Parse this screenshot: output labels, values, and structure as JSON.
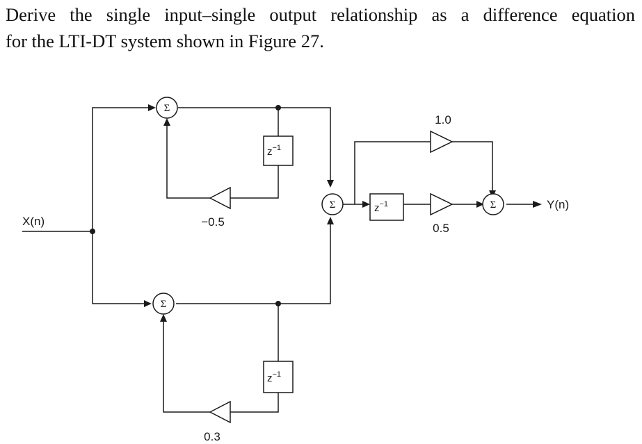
{
  "question": {
    "line1": "Derive the single input–single output relationship as a difference equation",
    "line2": "for the LTI-DT system shown in Figure 27."
  },
  "diagram": {
    "input_label": "X(n)",
    "output_label": "Y(n)",
    "sum_symbol": "Σ",
    "delay_base": "z",
    "delay_exponent": "−1",
    "gains": {
      "upper_feedback": "−0.5",
      "lower_feedback": "0.3",
      "feedforward_direct": "1.0",
      "feedforward_delayed": "0.5"
    }
  }
}
